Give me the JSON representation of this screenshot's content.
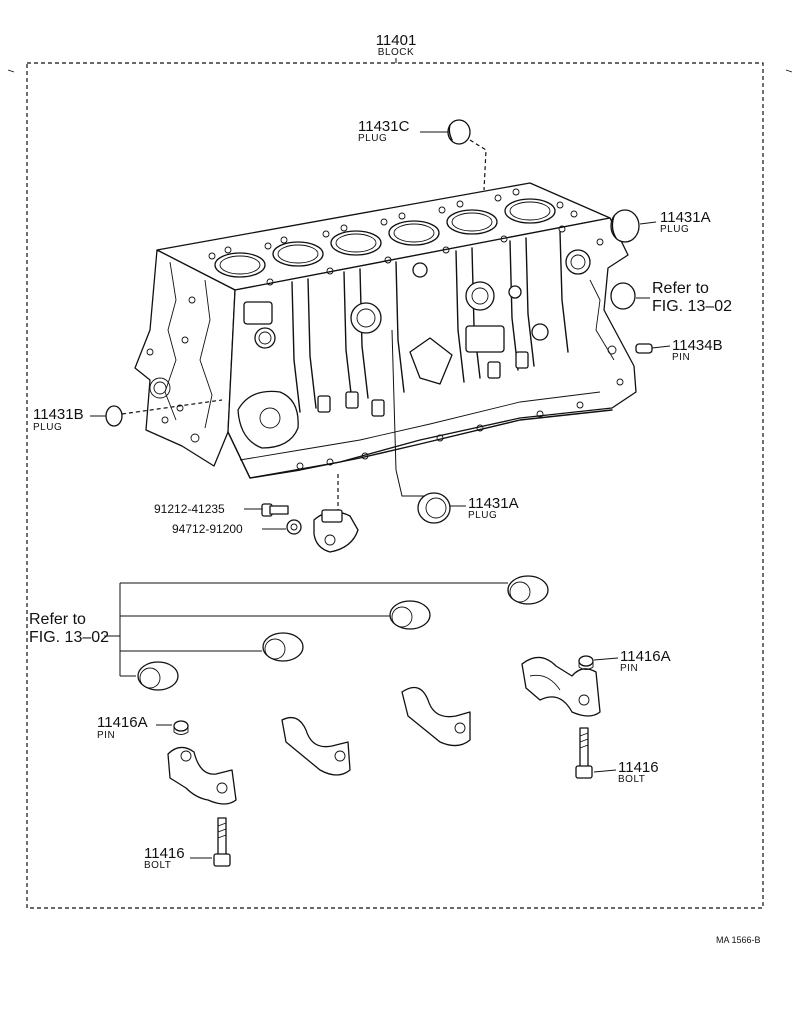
{
  "assembly": {
    "part_number": "11401",
    "part_name": "BLOCK"
  },
  "parts": {
    "plug_c": {
      "number": "11431C",
      "name": "PLUG"
    },
    "plug_a_rear": {
      "number": "11431A",
      "name": "PLUG"
    },
    "refer_right": {
      "line1": "Refer to",
      "line2": "FIG. 13–02"
    },
    "pin_b": {
      "number": "11434B",
      "name": "PIN"
    },
    "plug_b": {
      "number": "11431B",
      "name": "PLUG"
    },
    "plug_a_bottom": {
      "number": "11431A",
      "name": "PLUG"
    },
    "bolt_small": {
      "number": "91212-41235"
    },
    "washer_small": {
      "number": "94712-91200"
    },
    "refer_left": {
      "line1": "Refer to",
      "line2": "FIG. 13–02"
    },
    "pin_a_right": {
      "number": "11416A",
      "name": "PIN"
    },
    "pin_a_left": {
      "number": "11416A",
      "name": "PIN"
    },
    "bolt_right": {
      "number": "11416",
      "name": "BOLT"
    },
    "bolt_left": {
      "number": "11416",
      "name": "BOLT"
    }
  },
  "footer": {
    "code": "MA 1566-B"
  }
}
